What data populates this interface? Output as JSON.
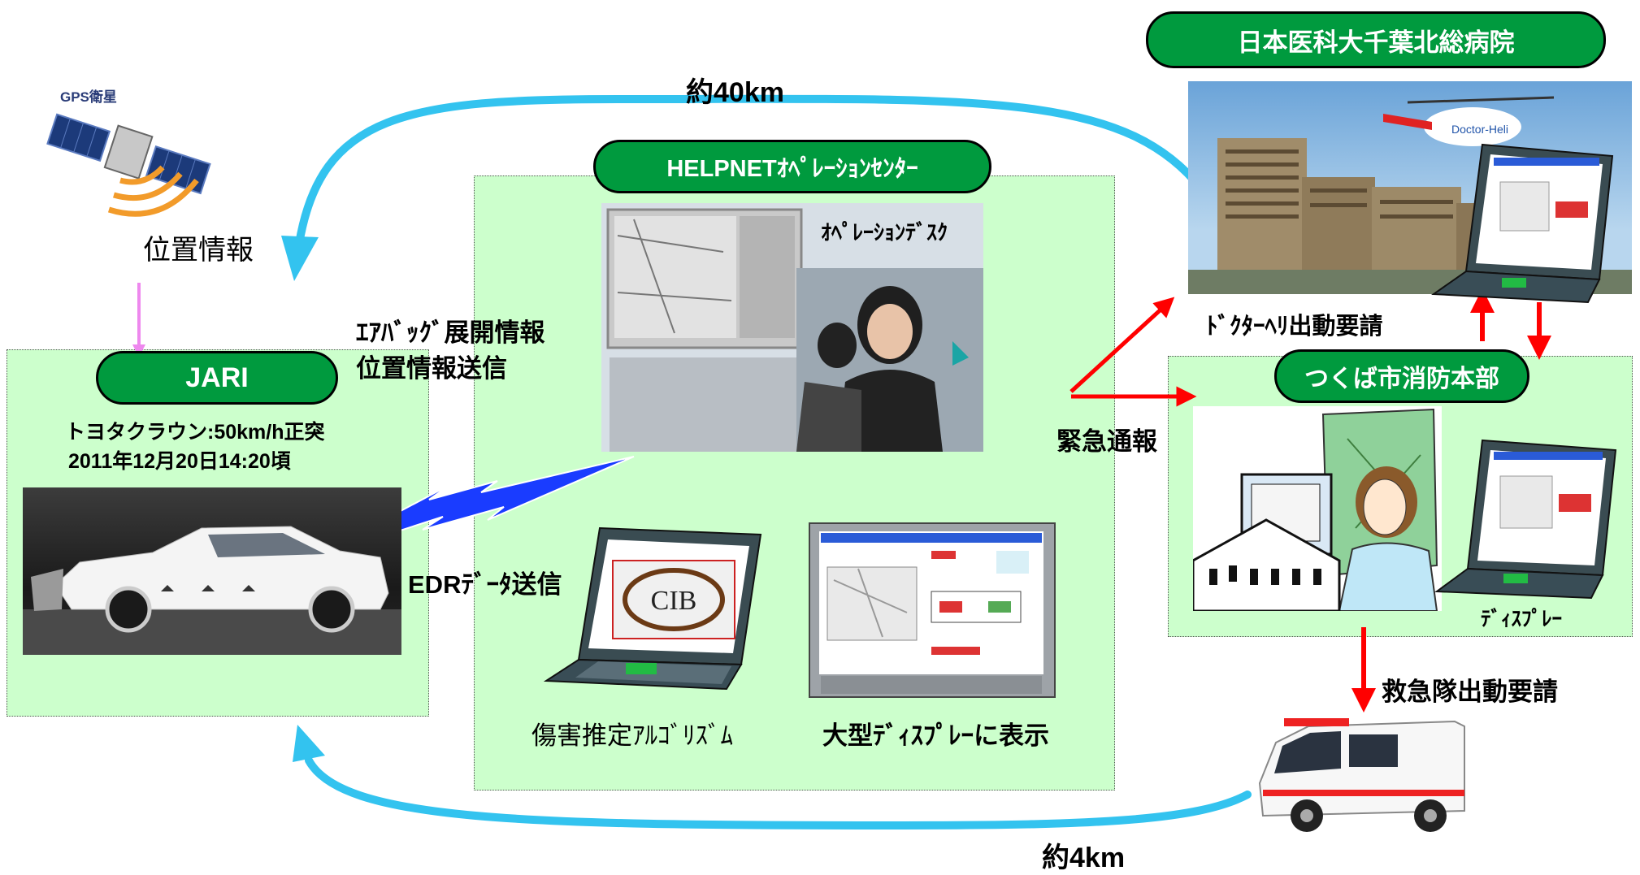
{
  "satellite": {
    "label": "GPS衛星"
  },
  "labels": {
    "distance_top": "約40km",
    "distance_bottom": "約4km",
    "position_info": "位置情報",
    "airbag_line1": "ｴｱﾊﾞｯｸﾞ展開情報",
    "airbag_line2": "位置情報送信",
    "edr": "EDRﾃﾞｰﾀ送信",
    "emergency_call": "緊急通報",
    "doctor_heli": "ﾄﾞｸﾀｰﾍﾘ出動要請",
    "ambulance_request": "救急隊出動要請"
  },
  "jari": {
    "title": "JARI",
    "line1": "トヨタクラウン:50km/h正突",
    "line2": "2011年12月20日14:20頃"
  },
  "helpnet": {
    "title": "HELPNETｵﾍﾟﾚｰｼｮﾝｾﾝﾀｰ",
    "desk_label": "ｵﾍﾟﾚｰｼｮﾝﾃﾞｽｸ",
    "algorithm_label": "傷害推定ｱﾙｺﾞﾘｽﾞﾑ",
    "display_label": "大型ﾃﾞｨｽﾌﾟﾚｰに表示",
    "logo_text": "CIB"
  },
  "hospital": {
    "title": "日本医科大千葉北総病院",
    "heli_text": "Doctor-Heli"
  },
  "fire_dept": {
    "title": "つくば市消防本部",
    "display_label": "ﾃﾞｨｽﾌﾟﾚｰ"
  },
  "colors": {
    "pill_green": "#009a3e",
    "panel_green": "#ccffcc",
    "arrow_blue": "#33c3ef",
    "arrow_red": "#ff0000",
    "arrow_pink": "#ee88ee",
    "lightning": "#1a3cff"
  }
}
